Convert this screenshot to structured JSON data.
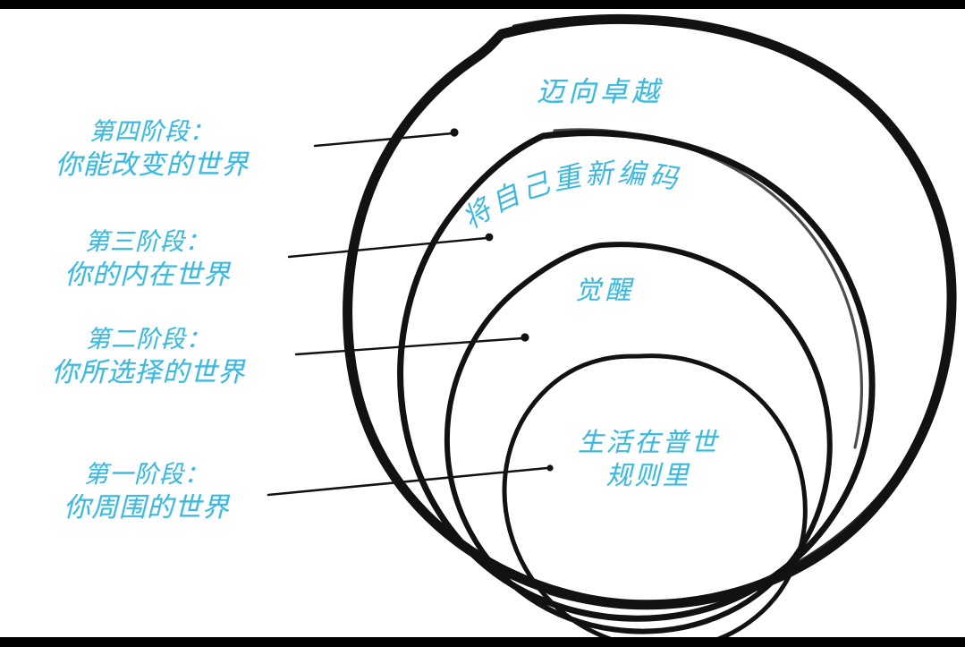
{
  "diagram": {
    "title": "Four Stages of Personal Growth — Concentric Circles",
    "accent_color": "#3FB8DE",
    "ink_color": "#121212",
    "background_color": "#FFFFFF",
    "border_color": "#000000"
  },
  "stages": [
    {
      "id": "stage-4",
      "heading": "第四阶段：",
      "description": "你能改变的世界",
      "ring_label": "迈向卓越"
    },
    {
      "id": "stage-3",
      "heading": "第三阶段：",
      "description": "你的内在世界",
      "ring_label": "将自己重新编码"
    },
    {
      "id": "stage-2",
      "heading": "第二阶段：",
      "description": "你所选择的世界",
      "ring_label": "觉醒"
    },
    {
      "id": "stage-1",
      "heading": "第一阶段：",
      "description": "你周围的世界",
      "ring_label_line1": "生活在普世",
      "ring_label_line2": "规则里"
    }
  ]
}
